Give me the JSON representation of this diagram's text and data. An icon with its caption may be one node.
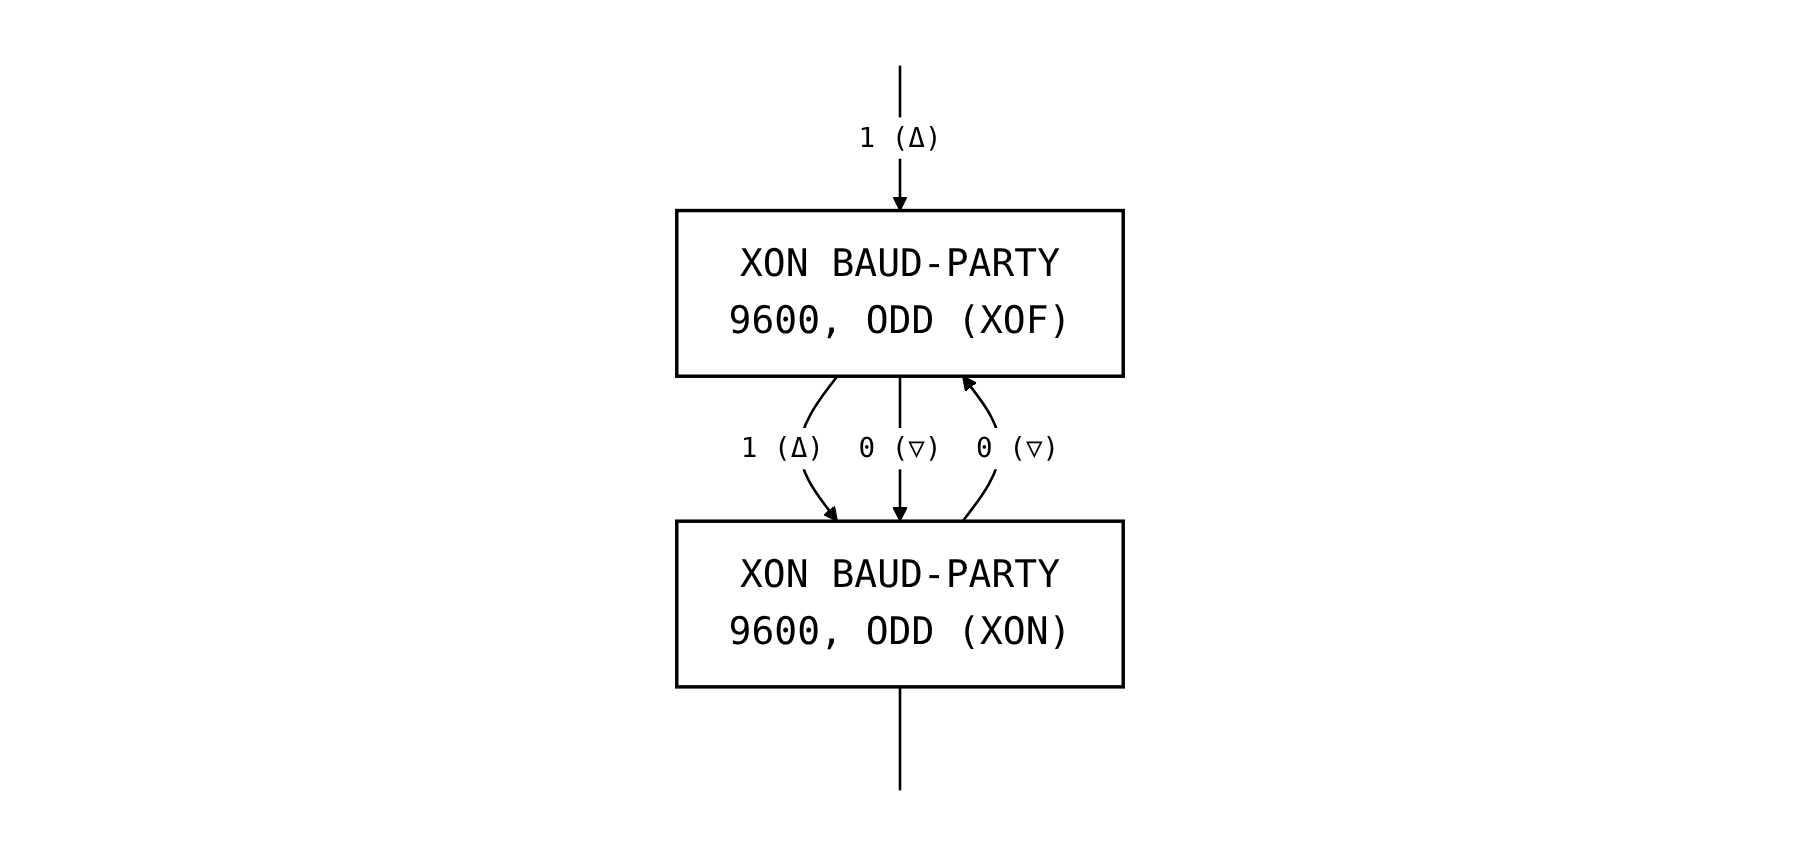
{
  "diagram": {
    "nodes": [
      {
        "text": [
          "XON BAUD-PARTY",
          "9600, ODD (XOF)"
        ]
      },
      {
        "text": [
          "XON BAUD-PARTY",
          "9600, ODD (XON)"
        ]
      }
    ],
    "edges": [
      {
        "from": 0,
        "to": 1,
        "arrow": "to",
        "label": "1 (Δ)"
      },
      {
        "from": 1,
        "to": 0,
        "arrow": "to",
        "label": "0 (▽)"
      },
      {
        "from": 0,
        "to": 1,
        "arrow": "to",
        "label": "0 (▽)"
      },
      {
        "from": null,
        "to": 0,
        "arrow": "to",
        "label": "1 (Δ)"
      },
      {
        "from": 1,
        "to": null,
        "arrow": "none"
      }
    ]
  }
}
